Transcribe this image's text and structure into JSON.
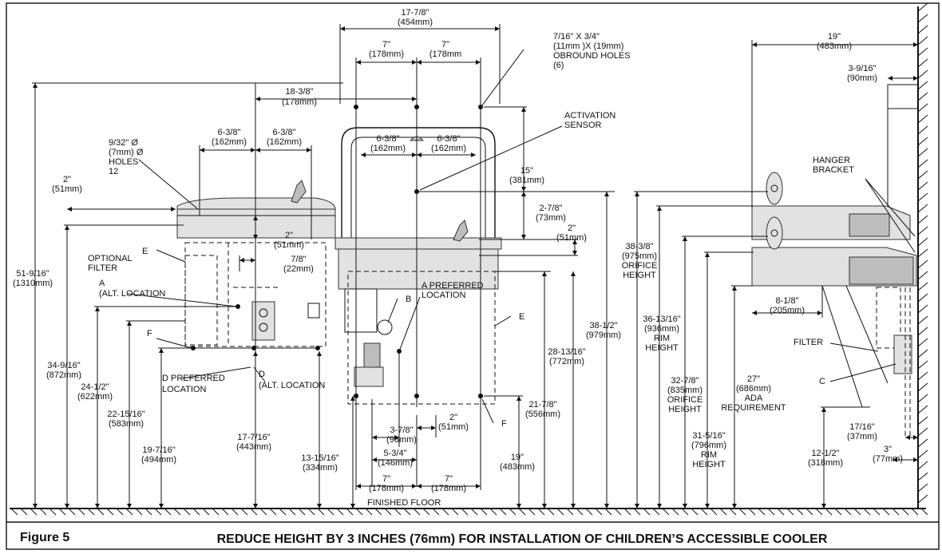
{
  "figure_label": "Figure 5",
  "caption": "REDUCE HEIGHT BY 3 INCHES (76mm) FOR INSTALLATION OF CHILDREN’S ACCESSIBLE COOLER",
  "floor_label": "FINISHED FLOOR",
  "notes": {
    "obround": [
      "7/16\" X 3/4\"",
      "(11mm )X (19mm)",
      "OBROUND HOLES",
      "(6)"
    ],
    "sensor": [
      "ACTIVATION",
      "SENSOR"
    ],
    "holes": [
      "9/32\" Ø",
      "(7mm) Ø",
      "HOLES",
      "12"
    ],
    "optional_filter": [
      "OPTIONAL",
      "FILTER"
    ],
    "a_alt": [
      "A",
      "(ALT. LOCATION"
    ],
    "a_pref": [
      "A PREFERRED",
      "LOCATION"
    ],
    "d_pref": [
      "D PREFERRED",
      "LOCATION"
    ],
    "d_alt": [
      "D",
      "(ALT. LOCATION"
    ],
    "hanger": [
      "HANGER",
      "BRACKET"
    ],
    "filter": "FILTER",
    "e": "E",
    "b": "B",
    "f": "F",
    "c": "C"
  },
  "dims": {
    "d1": [
      "17-7/8\"",
      "(454mm)"
    ],
    "d2": [
      "7\"",
      "(178mm)"
    ],
    "d3": [
      "7\"",
      "(178mm"
    ],
    "d4": [
      "18-3/8\"",
      "(178mm)"
    ],
    "d5": [
      "6-3/8\"",
      "(162mm)"
    ],
    "d6": [
      "6-3/8\"",
      "(162mm)"
    ],
    "d7": [
      "6-3/8\"",
      "(162mm)"
    ],
    "d8": [
      "6-3/8\"",
      "(162mm)"
    ],
    "d9": [
      "15\"",
      "(381mm)"
    ],
    "d10": [
      "2\"",
      "(51mm)"
    ],
    "d11": [
      "2\"",
      "(51mm)"
    ],
    "d12": [
      "7/8\"",
      "(22mm)"
    ],
    "d13": [
      "2-7/8\"",
      "(73mm)"
    ],
    "d14": [
      "2\"",
      "(51mm)"
    ],
    "d15": [
      "51-9/16\"",
      "(1310mm)"
    ],
    "d16": [
      "34-9/16\"",
      "(872mm)"
    ],
    "d17": [
      "24-1/2\"",
      "(622mm)"
    ],
    "d18": [
      "22-15/16\"",
      "(583mm)"
    ],
    "d19": [
      "19-7/16\"",
      "(494mm)"
    ],
    "d20": [
      "17-7/16\"",
      "(443mm)"
    ],
    "d21": [
      "13-15/16\"",
      "(334mm)"
    ],
    "d22": [
      "3-7/8\"",
      "(98mm)"
    ],
    "d23": [
      "5-3/4\"",
      "(146mm)"
    ],
    "d24": [
      "2\"",
      "(51mm)"
    ],
    "d25": [
      "7\"",
      "(178mm)"
    ],
    "d26": [
      "7\"",
      "(178mm)"
    ],
    "d27": [
      "28-13/16\"",
      "(772mm)"
    ],
    "d28": [
      "21-7/8\"",
      "(556mm)"
    ],
    "d29": [
      "19\"",
      "(483mm)"
    ],
    "d30": [
      "38-1/2\"",
      "(979mm)"
    ],
    "d31": [
      "19\"",
      "(483mm)"
    ],
    "d32": [
      "3-9/16\"",
      "(90mm)"
    ],
    "d33": [
      "38-3/8\"",
      "(975mm)",
      "ORIFICE",
      "HEIGHT"
    ],
    "d34": [
      "36-13/16\"",
      "(936mm)",
      "RIM",
      "HEIGHT"
    ],
    "d35": [
      "32-7/8\"",
      "(835mm)",
      "ORIFICE",
      "HEIGHT"
    ],
    "d36": [
      "27\"",
      "(686mm)",
      "ADA",
      "REQUIREMENT"
    ],
    "d37": [
      "31-5/16\"",
      "(796mm)",
      "RIM",
      "HEIGHT"
    ],
    "d38": [
      "8-1/8\"",
      "(205mm)"
    ],
    "d39": [
      "17/16\"",
      "(37mm)"
    ],
    "d40": [
      "3\"",
      "(77mm)"
    ],
    "d41": [
      "12-1/2\"",
      "(318mm)"
    ]
  }
}
